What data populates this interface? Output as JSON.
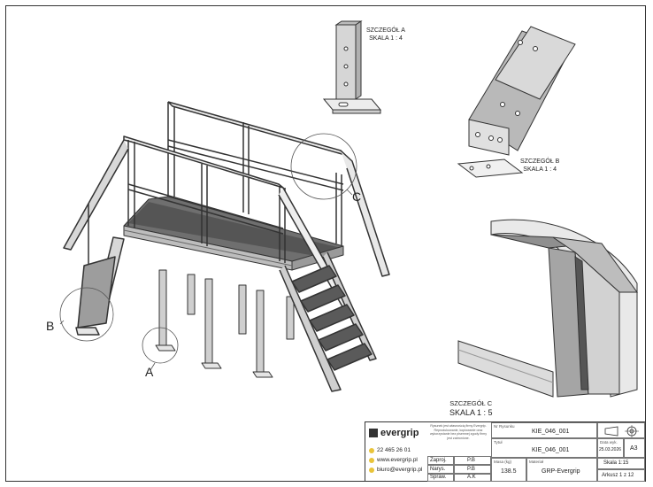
{
  "details": {
    "a": {
      "title": "SZCZEGÓŁ A",
      "scale": "SKALA 1 : 4"
    },
    "b": {
      "title": "SZCZEGÓŁ B",
      "scale": "SKALA 1 : 4"
    },
    "c": {
      "title": "SZCZEGÓŁ C",
      "scale": "SKALA 1 : 5"
    }
  },
  "callouts": {
    "a": "A",
    "b": "B",
    "c": "C"
  },
  "title_block": {
    "logo": "evergrip",
    "legal": "Rysunek jest własnością firmy Evergrip. Reprodukowanie, kopiowanie oraz wykorzystanie bez pisemnej zgody firmy jest zabronione.",
    "phone": "22 465 26 01",
    "website": "www.evergrip.pl",
    "email": "biuro@evergrip.pl",
    "rows": [
      {
        "label": "Zaproj.",
        "value": "P.B"
      },
      {
        "label": "Narys.",
        "value": "P.B"
      },
      {
        "label": "Spraw.",
        "value": "A.K"
      }
    ],
    "name_label": "Nr Rysunku",
    "drawing_name": "KIE_046_001",
    "title_label": "Tytuł",
    "drawing_title": "KIE_046_001",
    "mass_label": "Masa (kg)",
    "mass": "138.5",
    "material_label": "Materiał",
    "material": "GRP-Evergrip",
    "date_label": "Data wyk.",
    "date": "25.03.2026",
    "format": "A3",
    "scale": "Skala 1:15",
    "sheet": "Arkusz 1 z 12"
  }
}
